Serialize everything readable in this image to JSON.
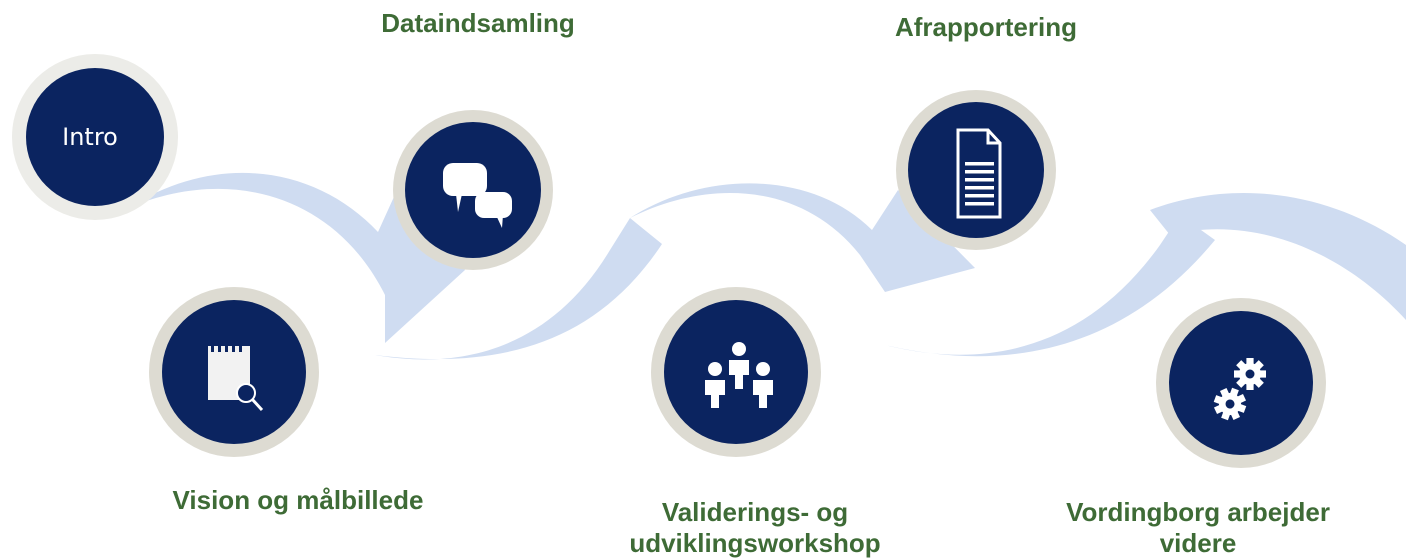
{
  "steps": {
    "intro": {
      "label": "Intro"
    },
    "vision": {
      "label": "Vision og målbillede"
    },
    "dataindsamling": {
      "label": "Dataindsamling"
    },
    "validering": {
      "line1": "Validerings- og",
      "line2": "udviklingsworkshop"
    },
    "afrapportering": {
      "label": "Afrapportering"
    },
    "videre": {
      "line1": "Vordingborg arbejder",
      "line2": "videre"
    }
  },
  "icons": {
    "vision": "notepad-magnifier-icon",
    "dataindsamling": "speech-bubbles-icon",
    "validering": "group-people-icon",
    "afrapportering": "document-icon",
    "videre": "gears-icon"
  },
  "colors": {
    "navy": "#0b2460",
    "ring": "#dddbd2",
    "ribbon": "#cfdcf1",
    "label_green": "#3e6b36"
  }
}
